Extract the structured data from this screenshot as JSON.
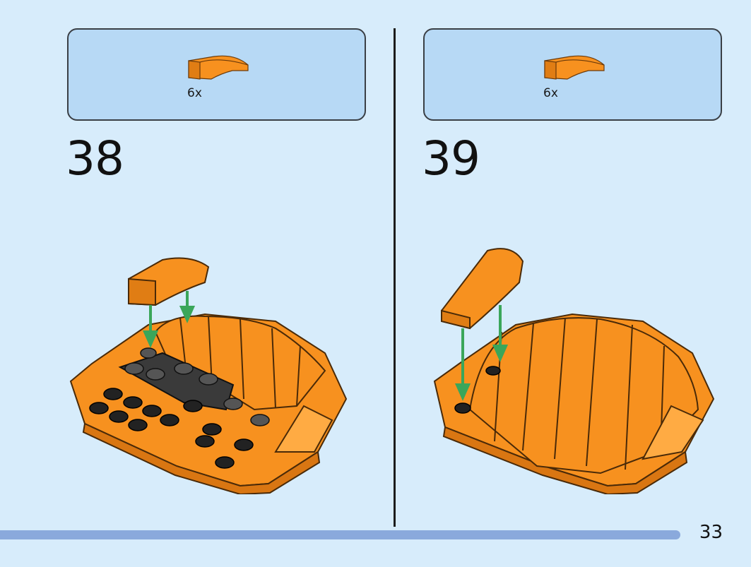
{
  "page": {
    "number": "33"
  },
  "steps": [
    {
      "number": "38",
      "parts": {
        "quantity": "6x",
        "part_color": "#f7911f"
      }
    },
    {
      "number": "39",
      "parts": {
        "quantity": "6x",
        "part_color": "#f7911f"
      }
    }
  ],
  "colors": {
    "background": "#d7ecfb",
    "parts_box": "#b7d9f5",
    "brick_orange": "#f7911f",
    "brick_black": "#2b2b2b",
    "arrow_green": "#3aa65a",
    "progress_bar": "#8aa9dc"
  }
}
